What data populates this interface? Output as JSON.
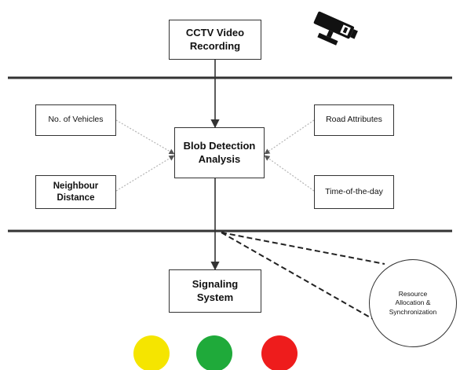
{
  "nodes": {
    "cctv": "CCTV Video\nRecording",
    "blob": "Blob Detection\nAnalysis",
    "vehicles": "No. of Vehicles",
    "neighbour": "Neighbour\nDistance",
    "road": "Road Attributes",
    "time": "Time-of-the-day",
    "signaling": "Signaling\nSystem",
    "resource": "Resource\nAllocation &\nSynchronization"
  },
  "icons": {
    "camera": "cctv-camera-icon"
  },
  "traffic_lights": [
    {
      "name": "yellow",
      "color": "#f5e500"
    },
    {
      "name": "green",
      "color": "#1faa3a"
    },
    {
      "name": "red",
      "color": "#ee1c1c"
    }
  ],
  "colors": {
    "line": "#333333",
    "dotted_arrow": "#b5b5b5"
  }
}
